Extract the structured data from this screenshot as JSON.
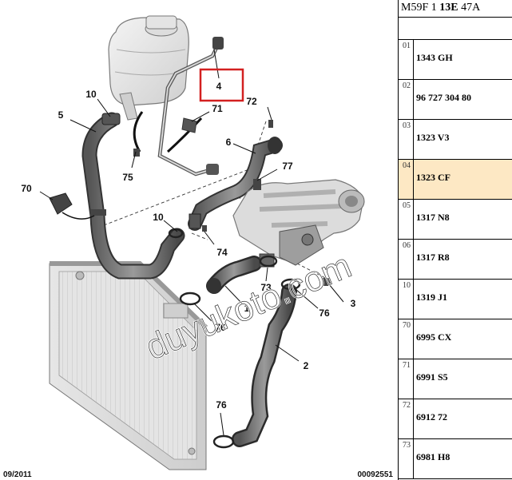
{
  "header": {
    "prefix": "M59F 1 ",
    "bold": "13E",
    "suffix": " 47A"
  },
  "callouts": [
    "4",
    "71",
    "72",
    "10",
    "5",
    "75",
    "6",
    "77",
    "70",
    "10",
    "74",
    "73",
    "3",
    "1",
    "76",
    "76",
    "2",
    "76"
  ],
  "footer": {
    "date": "09/2011",
    "doc_number": "00092551"
  },
  "watermark": "duyukoto.com",
  "reference_table": [
    {
      "index": "01",
      "part": "1343 GH",
      "highlighted": false
    },
    {
      "index": "02",
      "part": "96 727 304 80",
      "highlighted": false
    },
    {
      "index": "03",
      "part": "1323 V3",
      "highlighted": false
    },
    {
      "index": "04",
      "part": "1323 CF",
      "highlighted": true
    },
    {
      "index": "05",
      "part": "1317 N8",
      "highlighted": false
    },
    {
      "index": "06",
      "part": "1317 R8",
      "highlighted": false
    },
    {
      "index": "10",
      "part": "1319 J1",
      "highlighted": false
    },
    {
      "index": "70",
      "part": "6995 CX",
      "highlighted": false
    },
    {
      "index": "71",
      "part": "6991 S5",
      "highlighted": false
    },
    {
      "index": "72",
      "part": "6912 72",
      "highlighted": false
    },
    {
      "index": "73",
      "part": "6981 H8",
      "highlighted": false
    }
  ],
  "colors": {
    "highlight_row": "#fde8c4",
    "callout_box": "#d32020"
  }
}
